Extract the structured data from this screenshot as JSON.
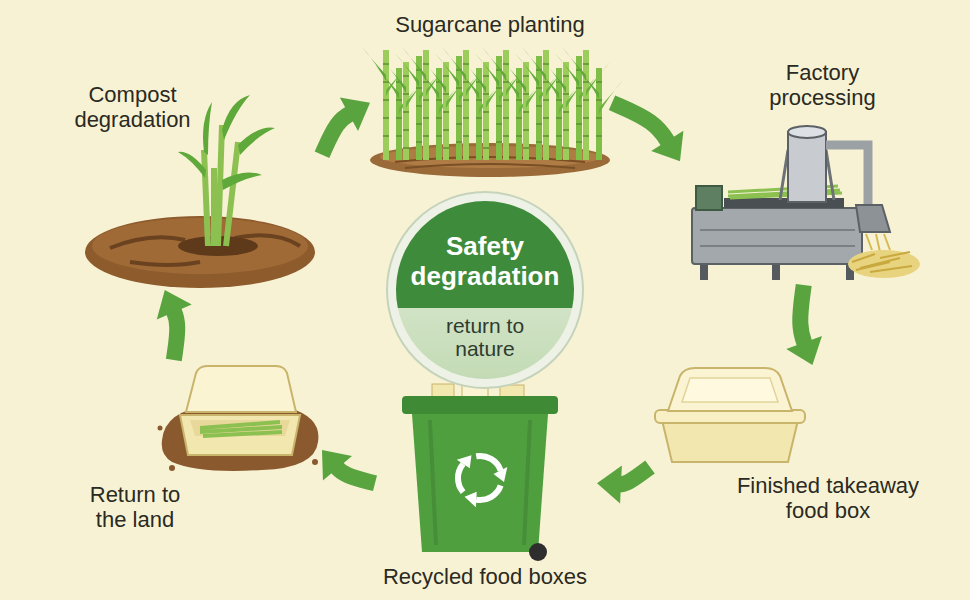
{
  "diagram": {
    "nodes": [
      {
        "text": [
          "Sugarcane planting"
        ]
      },
      {
        "text": [
          "Factory processing"
        ]
      },
      {
        "text": [
          "Finished takeaway food box"
        ]
      },
      {
        "text": [
          "Recycled food boxes"
        ]
      },
      {
        "text": [
          "Return to the land"
        ]
      },
      {
        "text": [
          "Compost degradation"
        ]
      },
      {
        "text": [
          "Safety degradation",
          "return to nature"
        ]
      }
    ],
    "edges": [
      {
        "from": 0,
        "to": 1,
        "arrow": "to"
      },
      {
        "from": 1,
        "to": 2,
        "arrow": "to"
      },
      {
        "from": 2,
        "to": 3,
        "arrow": "to"
      },
      {
        "from": 3,
        "to": 4,
        "arrow": "to"
      },
      {
        "from": 4,
        "to": 5,
        "arrow": "to"
      },
      {
        "from": 5,
        "to": 0,
        "arrow": "to"
      }
    ]
  }
}
